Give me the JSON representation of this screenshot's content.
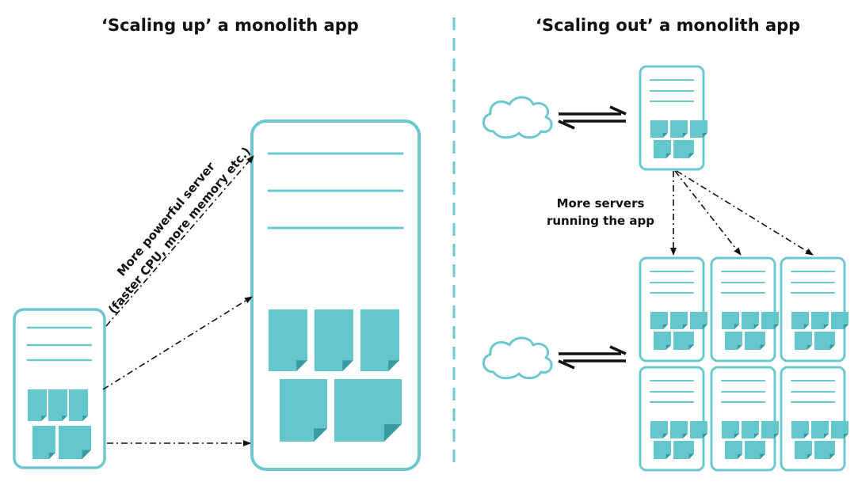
{
  "left": {
    "title": "‘Scaling up’ a monolith app",
    "annotation_line1": "More powerful server",
    "annotation_line2": "(faster CPU, more memory etc.)"
  },
  "right": {
    "title": "‘Scaling out’ a monolith app",
    "annotation_line1": "More servers",
    "annotation_line2": "running the app"
  },
  "colors": {
    "server_stroke": "#6cc8cf",
    "server_fill": "#ffffff",
    "module_fill": "#63c7cd",
    "module_fold": "#3a9aa1",
    "arrow": "#111111",
    "divider": "#6cc8cf"
  },
  "icons": [
    "server-icon",
    "module-icon",
    "cloud-icon",
    "bidirectional-arrow-icon"
  ]
}
